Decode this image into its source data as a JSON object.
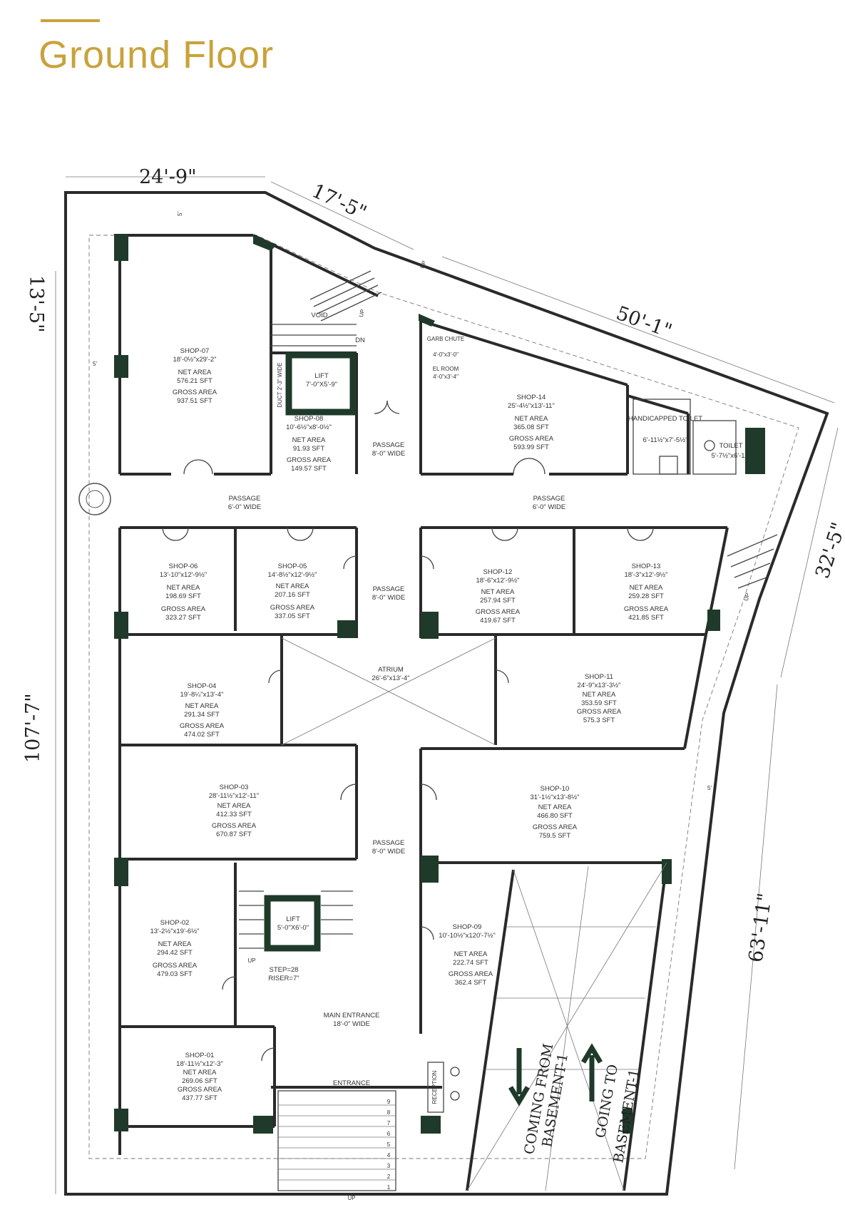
{
  "title": "Ground Floor",
  "colors": {
    "accent": "#c9a23a",
    "column": "#1f3a2a",
    "wall": "#2a2a2a"
  },
  "dimensions": {
    "top_left": "24'-9\"",
    "top_slant": "17'-5\"",
    "left_top": "13'-5\"",
    "left_full": "107'-7\"",
    "right_slant": "50'-1\"",
    "right_upper": "32'-5\"",
    "right_lower": "63'-11\""
  },
  "shops": [
    {
      "id": "s07",
      "name": "SHOP-07",
      "size": "18'-0½\"x29'-2\"",
      "net_label": "NET AREA",
      "net": "576.21 SFT",
      "gross_label": "GROSS AREA",
      "gross": "937.51 SFT"
    },
    {
      "id": "s08",
      "name": "SHOP-08",
      "size": "10'-6½\"x8'-0½\"",
      "net_label": "NET AREA",
      "net": "91.93 SFT",
      "gross_label": "GROSS AREA",
      "gross": "149.57 SFT"
    },
    {
      "id": "s14",
      "name": "SHOP-14",
      "size": "25'-4½\"x13'-11\"",
      "net_label": "NET AREA",
      "net": "365.08 SFT",
      "gross_label": "GROSS AREA",
      "gross": "593.99 SFT"
    },
    {
      "id": "s06",
      "name": "SHOP-06",
      "size": "13'-10\"x12'-9½\"",
      "net_label": "NET AREA",
      "net": "198.69 SFT",
      "gross_label": "GROSS AREA",
      "gross": "323.27 SFT"
    },
    {
      "id": "s05",
      "name": "SHOP-05",
      "size": "14'-8½\"x12'-9½\"",
      "net_label": "NET AREA",
      "net": "207.16 SFT",
      "gross_label": "GROSS AREA",
      "gross": "337.05 SFT"
    },
    {
      "id": "s12",
      "name": "SHOP-12",
      "size": "18'-6\"x12'-9½\"",
      "net_label": "NET AREA",
      "net": "257.94 SFT",
      "gross_label": "GROSS AREA",
      "gross": "419.67 SFT"
    },
    {
      "id": "s13",
      "name": "SHOP-13",
      "size": "18'-3\"x12'-9½\"",
      "net_label": "NET AREA",
      "net": "259.28 SFT",
      "gross_label": "GROSS AREA",
      "gross": "421.85 SFT"
    },
    {
      "id": "s04",
      "name": "SHOP-04",
      "size": "19'-8¼\"x13'-4\"",
      "net_label": "NET AREA",
      "net": "291.34 SFT",
      "gross_label": "GROSS AREA",
      "gross": "474.02 SFT"
    },
    {
      "id": "s11",
      "name": "SHOP-11",
      "size": "24'-9\"x13'-3½\"",
      "net_label": "NET AREA",
      "net": "353.59 SFT",
      "gross_label": "GROSS AREA",
      "gross": "575.3 SFT"
    },
    {
      "id": "s03",
      "name": "SHOP-03",
      "size": "28'-11½\"x12'-11\"",
      "net_label": "NET AREA",
      "net": "412.33 SFT",
      "gross_label": "GROSS AREA",
      "gross": "670.87 SFT"
    },
    {
      "id": "s10",
      "name": "SHOP-10",
      "size": "31'-1½\"x13'-8½\"",
      "net_label": "NET AREA",
      "net": "466.80 SFT",
      "gross_label": "GROSS AREA",
      "gross": "759.5 SFT"
    },
    {
      "id": "s02",
      "name": "SHOP-02",
      "size": "13'-2½\"x19'-6½\"",
      "net_label": "NET AREA",
      "net": "294.42 SFT",
      "gross_label": "GROSS AREA",
      "gross": "479.03 SFT"
    },
    {
      "id": "s09",
      "name": "SHOP-09",
      "size": "10'-10½\"x120'-7½\"",
      "net_label": "NET AREA",
      "net": "222.74 SFT",
      "gross_label": "GROSS AREA",
      "gross": "362.4 SFT"
    },
    {
      "id": "s01",
      "name": "SHOP-01",
      "size": "18'-11½\"x12'-3\"",
      "net_label": "NET AREA",
      "net": "269.06 SFT",
      "gross_label": "GROSS AREA",
      "gross": "437.77 SFT"
    }
  ],
  "labels": {
    "void": "VOID",
    "dn": "DN",
    "up": "UP",
    "garb_chute": "GARB CHUTE",
    "garb_size": "4'-0\"x3'-0\"",
    "el_room": "EL ROOM",
    "el_size": "4'-0\"x3'-4\"",
    "duct": "DUCT 2'-3\" WIDE",
    "lift_top": "LIFT",
    "lift_top_size": "7'-0\"X5'-9\"",
    "lift_bottom": "LIFT",
    "lift_bottom_size": "5'-0\"X6'-0\"",
    "handicapped_toilet": "HANDICAPPED TOILET",
    "handicapped_size": "6'-11½\"x7'-5½\"",
    "toilet": "TOILET",
    "toilet_size": "5'-7½\"x6'-11\"",
    "passage": "PASSAGE",
    "passage_6": "6'-0\" WIDE",
    "passage_8": "8'-0\" WIDE",
    "atrium": "ATRIUM",
    "atrium_size": "26'-6\"x13'-4\"",
    "step": "STEP=28",
    "riser": "RISER=7\"",
    "main_entrance": "MAIN ENTRANCE",
    "main_entrance_width": "18'-0\" WIDE",
    "entrance": "ENTRANCE",
    "reception": "RECEPTION",
    "coming_line1": "COMING FROM",
    "coming_line2": "BASEMENT-1",
    "going_line1": "GOING TO",
    "going_line2": "BASEMENT-1",
    "offset_5": "5'",
    "steps": [
      "9",
      "8",
      "7",
      "6",
      "5",
      "4",
      "3",
      "2",
      "1"
    ]
  }
}
